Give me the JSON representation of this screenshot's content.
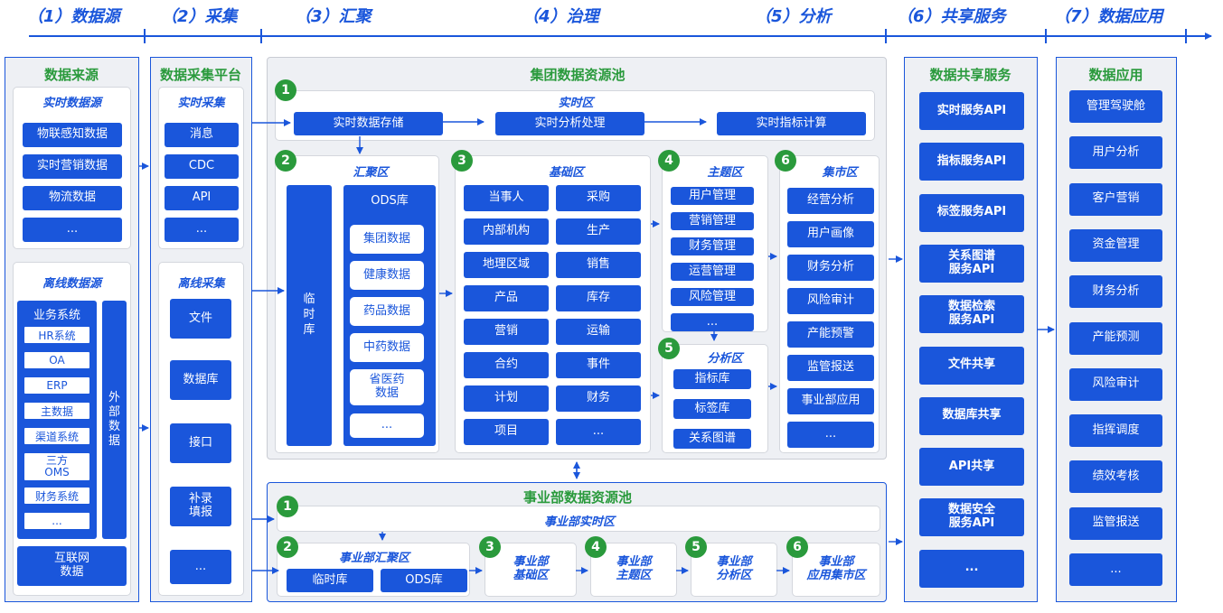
{
  "phases": [
    "（1）数据源",
    "（2）采集",
    "（3）汇聚",
    "（4）治理",
    "（5）分析",
    "（6）共享服务",
    "（7）数据应用"
  ],
  "source": {
    "title": "数据来源",
    "realtime_title": "实时数据源",
    "realtime_items": [
      "物联感知数据",
      "实时营销数据",
      "物流数据",
      "..."
    ],
    "offline_title": "离线数据源",
    "biz_title": "业务系统",
    "biz_items": [
      "HR系统",
      "OA",
      "ERP",
      "主数据",
      "渠道系统",
      "三方\nOMS",
      "财务系统",
      "..."
    ],
    "external": "外\n部\n数\n据",
    "internet": "互联网\n数据"
  },
  "collect": {
    "title": "数据采集平台",
    "realtime_title": "实时采集",
    "realtime_items": [
      "消息",
      "CDC",
      "API",
      "..."
    ],
    "offline_title": "离线采集",
    "offline_items": [
      "文件",
      "数据库",
      "接口",
      "补录\n填报",
      "..."
    ]
  },
  "group": {
    "title": "集团数据资源池",
    "realtime_zone": "实时区",
    "realtime_items": [
      "实时数据存储",
      "实时分析处理",
      "实时指标计算"
    ],
    "agg_title": "汇聚区",
    "temp_db": "临\n时\n库",
    "ods_title": "ODS库",
    "ods_items": [
      "集团数据",
      "健康数据",
      "药品数据",
      "中药数据",
      "省医药\n数据",
      "..."
    ],
    "base_title": "基础区",
    "base_left": [
      "当事人",
      "内部机构",
      "地理区域",
      "产品",
      "营销",
      "合约",
      "计划",
      "项目"
    ],
    "base_right": [
      "采购",
      "生产",
      "销售",
      "库存",
      "运输",
      "事件",
      "财务",
      "..."
    ],
    "topic_title": "主题区",
    "topic_items": [
      "用户管理",
      "营销管理",
      "财务管理",
      "运营管理",
      "风险管理",
      "..."
    ],
    "analysis_title": "分析区",
    "analysis_items": [
      "指标库",
      "标签库",
      "关系图谱"
    ],
    "mart_title": "集市区",
    "mart_items": [
      "经营分析",
      "用户画像",
      "财务分析",
      "风险审计",
      "产能预警",
      "监管报送",
      "事业部应用",
      "..."
    ],
    "step_numbers": [
      "1",
      "2",
      "3",
      "4",
      "5",
      "6"
    ]
  },
  "division": {
    "title": "事业部数据资源池",
    "realtime_zone": "事业部实时区",
    "agg_title": "事业部汇聚区",
    "agg_items": [
      "临时库",
      "ODS库"
    ],
    "base": "事业部\n基础区",
    "topic": "事业部\n主题区",
    "analysis": "事业部\n分析区",
    "mart": "事业部\n应用集市区"
  },
  "share": {
    "title": "数据共享服务",
    "items": [
      "实时服务API",
      "指标服务API",
      "标签服务API",
      "关系图谱\n服务API",
      "数据检索\n服务API",
      "文件共享",
      "数据库共享",
      "API共享",
      "数据安全\n服务API",
      "..."
    ]
  },
  "apps": {
    "title": "数据应用",
    "items": [
      "管理驾驶舱",
      "用户分析",
      "客户营销",
      "资金管理",
      "财务分析",
      "产能预测",
      "风险审计",
      "指挥调度",
      "绩效考核",
      "监管报送",
      "..."
    ]
  },
  "colors": {
    "primary": "#1a56db",
    "green": "#2a9a3c",
    "panel": "#eef0f4"
  }
}
